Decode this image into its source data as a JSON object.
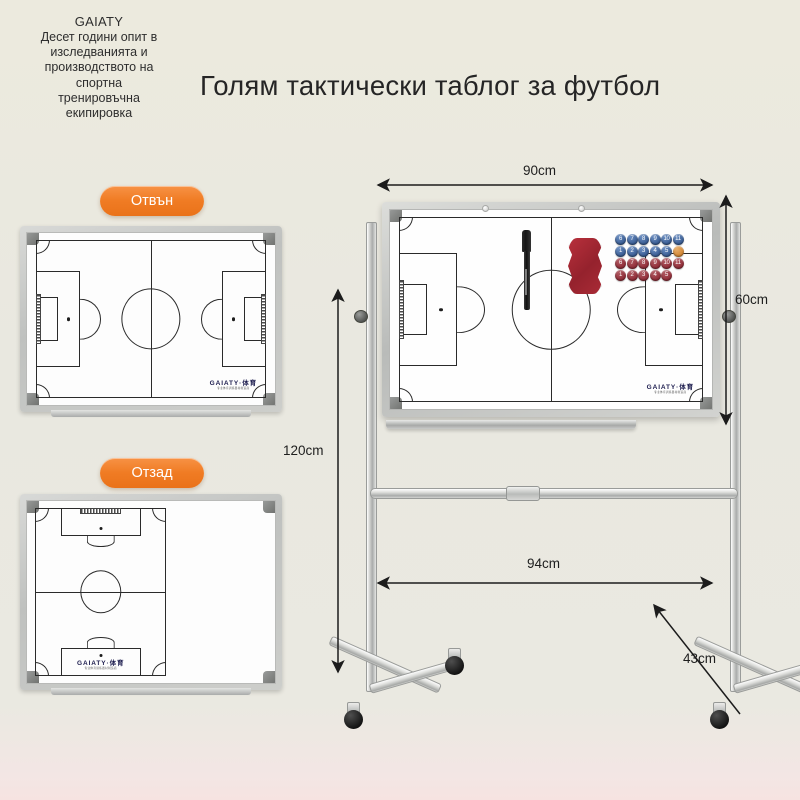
{
  "header": {
    "brand": "GAIATY",
    "tagline_lines": [
      "Десет години опит в",
      "изследванията и",
      "производството на",
      "спортна",
      "тренировъчна",
      "екипировка"
    ],
    "title": "Голям тактически таблог за футбол"
  },
  "badges": {
    "front": "Отвън",
    "back": "Отзад"
  },
  "dimensions": {
    "board_width": "90cm",
    "board_height": "60cm",
    "total_height": "120cm",
    "base_width": "94cm",
    "base_depth": "43cm"
  },
  "logo": {
    "main": "GAIATY·体育",
    "sub": "专业体育训练器材制造商"
  },
  "magnets": {
    "rows": [
      {
        "color": "blue",
        "numbers": [
          "6",
          "7",
          "8",
          "9",
          "10",
          "11"
        ]
      },
      {
        "color": "blue",
        "numbers": [
          "1",
          "2",
          "3",
          "4",
          "5"
        ],
        "extra": {
          "color": "orange",
          "number": ""
        }
      },
      {
        "color": "red",
        "numbers": [
          "6",
          "7",
          "8",
          "9",
          "10",
          "11"
        ]
      },
      {
        "color": "red",
        "numbers": [
          "1",
          "2",
          "3",
          "4",
          "5"
        ]
      }
    ]
  },
  "colors": {
    "background": "#eae9e1",
    "badge_orange": "#f07c24",
    "magnet_blue": "#36598f",
    "magnet_red": "#8e2b36",
    "magnet_orange": "#cf8433",
    "eraser_red": "#a92b36",
    "frame_silver": "#bfc1bf"
  },
  "accessories": {
    "marker": "black-marker-pen",
    "eraser": "red-magnetic-eraser"
  }
}
